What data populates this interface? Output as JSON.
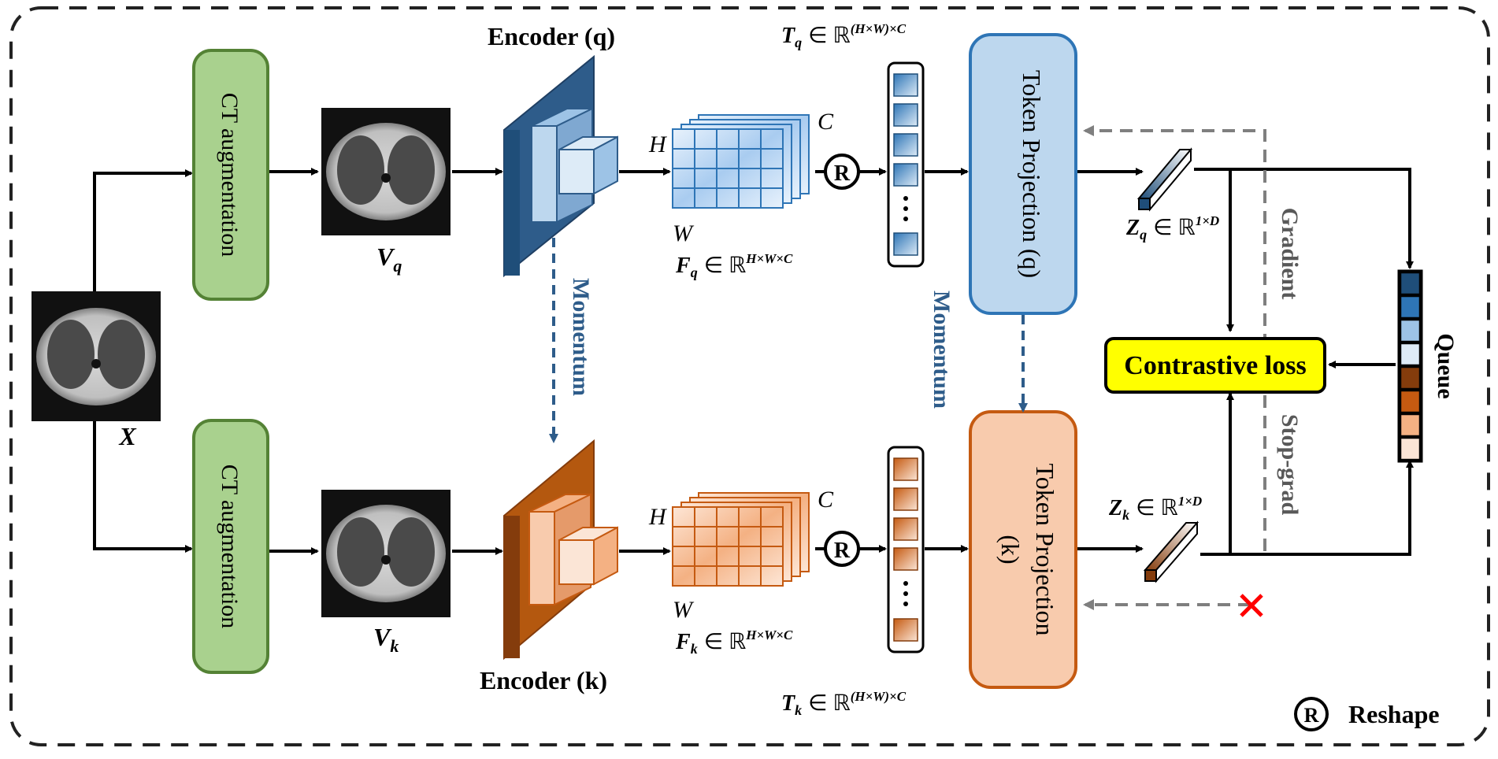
{
  "labels": {
    "input_x": "X",
    "aug_top": "CT augmentation",
    "aug_bottom": "CT augmentation",
    "vq_base": "V",
    "vq_sub": "q",
    "vk_base": "V",
    "vk_sub": "k",
    "encoder_q": "Encoder (q)",
    "encoder_k": "Encoder (k)",
    "momentum_enc": "Momentum",
    "momentum_proj": "Momentum",
    "grid_h_top": "H",
    "grid_w_top": "W",
    "grid_c_top": "C",
    "grid_h_bot": "H",
    "grid_w_bot": "W",
    "grid_c_bot": "C",
    "fq": "F",
    "fq_sub": "q",
    "fq_rest": "∈ ℝ",
    "fq_sup": "H×W×C",
    "fk": "F",
    "fk_sub": "k",
    "fk_rest": "∈ ℝ",
    "fk_sup": "H×W×C",
    "tq": "T",
    "tq_sub": "q",
    "tq_rest": "∈ ℝ",
    "tq_sup": "(H×W)×C",
    "tk": "T",
    "tk_sub": "k",
    "tk_rest": "∈ ℝ",
    "tk_sup": "(H×W)×C",
    "reshape_symbol": "R",
    "proj_q": "Token Projection (q)",
    "proj_k_line1": "Token Projection",
    "proj_k_line2": "(k)",
    "zq": "Z",
    "zq_sub": "q",
    "zq_rest": "∈ ℝ",
    "zq_sup": "1×D",
    "zk": "Z",
    "zk_sub": "k",
    "zk_rest": "∈ ℝ",
    "zk_sup": "1×D",
    "gradient": "Gradient",
    "stop_grad": "Stop-grad",
    "contrastive_loss": "Contrastive loss",
    "queue": "Queue",
    "legend_reshape": "Reshape"
  },
  "colors": {
    "aug_fill": "#a9d18e",
    "aug_stroke": "#548235",
    "blue_dark": "#2e5c8a",
    "blue_mid": "#5b8fc4",
    "blue_light": "#bdd7ee",
    "orange_dark": "#a0501a",
    "orange_mid": "#d47a3a",
    "orange_light": "#f8cbad",
    "proj_q_fill": "#bdd7ee",
    "proj_q_stroke": "#2e75b6",
    "proj_k_fill": "#f8cbad",
    "proj_k_stroke": "#c55a11",
    "loss_fill": "#ffff00",
    "queue_colors": [
      "#1f4e79",
      "#2e75b6",
      "#9dc3e6",
      "#deebf7",
      "#843c0c",
      "#c55a11",
      "#f4b183",
      "#fbe5d6"
    ]
  }
}
